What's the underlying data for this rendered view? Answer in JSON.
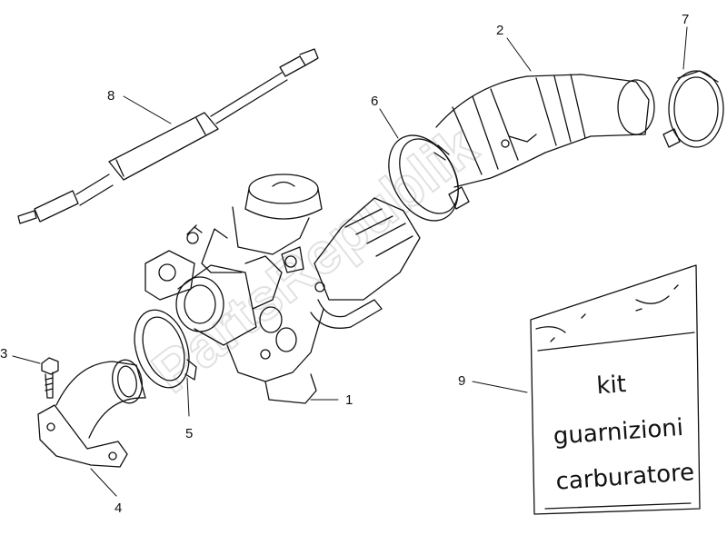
{
  "watermark": "PartsRepublik",
  "callouts": [
    {
      "id": "1",
      "label": "1"
    },
    {
      "id": "2",
      "label": "2"
    },
    {
      "id": "3",
      "label": "3"
    },
    {
      "id": "4",
      "label": "4"
    },
    {
      "id": "5",
      "label": "5"
    },
    {
      "id": "6",
      "label": "6"
    },
    {
      "id": "7",
      "label": "7"
    },
    {
      "id": "8",
      "label": "8"
    },
    {
      "id": "9",
      "label": "9"
    }
  ],
  "kit_bag": {
    "line1": "kit",
    "line2": "guarnizioni",
    "line3": "carburatore"
  },
  "colors": {
    "line": "#111111",
    "watermark": "#c9c9c9"
  }
}
